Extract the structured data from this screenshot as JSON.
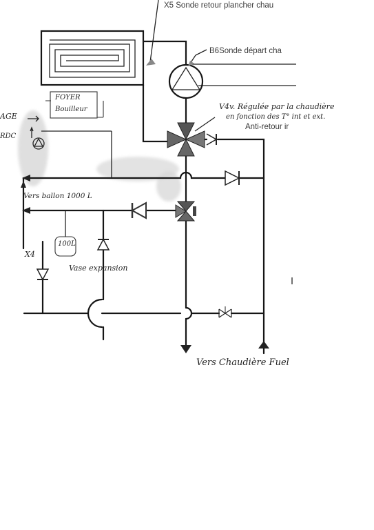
{
  "labels": {
    "top_sensor": "X5 Sonde retour plancher chau",
    "b6_sensor": "B6Sonde départ cha",
    "v4v_line1": "V4v. Régulée par la chaudière",
    "v4v_line2": "en fonction des T° int et ext.",
    "anti_retour": "Anti-retour ir",
    "foyer": "FOYER",
    "bouilleur": "Bouilleur",
    "etage": "AGE",
    "rdc": "RDC",
    "ballon": "Vers ballon 1000 L",
    "vase_tank": "100L",
    "vase": "Vase expansion",
    "x4": "X4",
    "chaudiere": "Vers Chaudière Fuel"
  },
  "colors": {
    "ink": "#151515",
    "smudge": "#c8c8c8",
    "paper": "#ffffff"
  },
  "icons": [
    "floor-heating-coil",
    "pump-icon",
    "four-way-valve-icon",
    "three-way-valve-icon",
    "check-valve-icon",
    "expansion-tank-icon",
    "arrow-down-icon",
    "arrow-up-icon"
  ]
}
